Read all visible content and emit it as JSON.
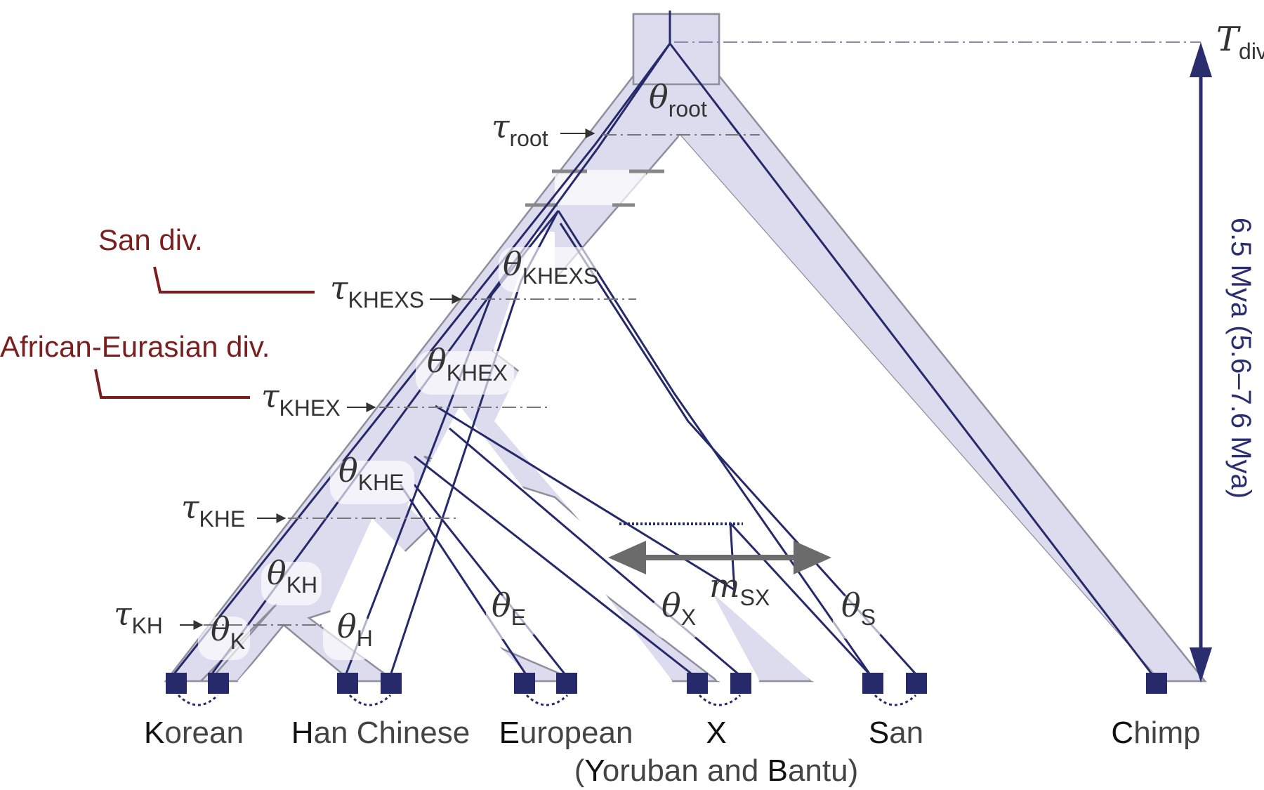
{
  "tdiv": {
    "symbol": "T",
    "sub": "div"
  },
  "time_range": "6.5 Mya (5.6–7.6 Mya)",
  "thetas": [
    {
      "id": "root",
      "symbol": "θ",
      "sub": "root"
    },
    {
      "id": "khexs",
      "symbol": "θ",
      "sub": "KHEXS"
    },
    {
      "id": "khex",
      "symbol": "θ",
      "sub": "KHEX"
    },
    {
      "id": "khe",
      "symbol": "θ",
      "sub": "KHE"
    },
    {
      "id": "kh",
      "symbol": "θ",
      "sub": "KH"
    },
    {
      "id": "k",
      "symbol": "θ",
      "sub": "K"
    },
    {
      "id": "h",
      "symbol": "θ",
      "sub": "H"
    },
    {
      "id": "e",
      "symbol": "θ",
      "sub": "E"
    },
    {
      "id": "x",
      "symbol": "θ",
      "sub": "X"
    },
    {
      "id": "s",
      "symbol": "θ",
      "sub": "S"
    }
  ],
  "taus": [
    {
      "id": "root",
      "symbol": "τ",
      "sub": "root"
    },
    {
      "id": "khexs",
      "symbol": "τ",
      "sub": "KHEXS"
    },
    {
      "id": "khex",
      "symbol": "τ",
      "sub": "KHEX"
    },
    {
      "id": "khe",
      "symbol": "τ",
      "sub": "KHE"
    },
    {
      "id": "kh",
      "symbol": "τ",
      "sub": "KH"
    }
  ],
  "divergence_labels": {
    "san": "San div.",
    "african_eurasian": "African-Eurasian div."
  },
  "migration": {
    "symbol": "m",
    "sub": "SX"
  },
  "leaves": [
    {
      "id": "korean",
      "initial": "K",
      "rest": "orean"
    },
    {
      "id": "han",
      "initial": "H",
      "rest": "an Chinese"
    },
    {
      "id": "european",
      "initial": "E",
      "rest": "uropean"
    },
    {
      "id": "x",
      "initial": "X",
      "rest": ""
    },
    {
      "id": "san",
      "initial": "S",
      "rest": "an"
    },
    {
      "id": "chimp",
      "initial": "C",
      "rest": "himp"
    }
  ],
  "x_note": {
    "open": "(",
    "initial_y": "Y",
    "mid": "oruban and ",
    "initial_b": "B",
    "close": "antu)"
  },
  "colors": {
    "band": "#dcdcee",
    "lineage": "#262a6b",
    "annotation_red": "#7a1f1f",
    "axis_blue": "#2b2e6e"
  }
}
